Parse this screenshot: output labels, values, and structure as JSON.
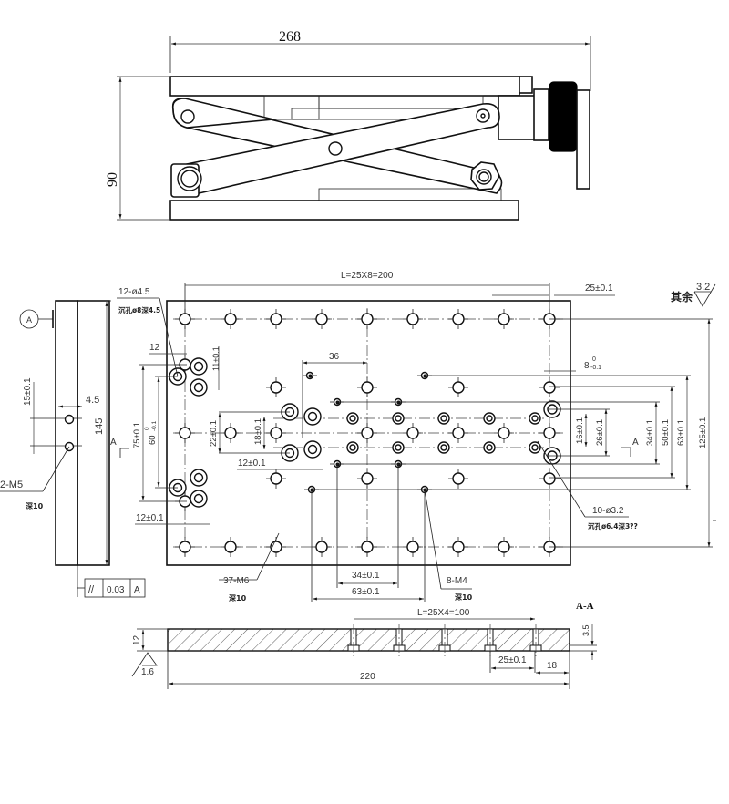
{
  "drawing": {
    "title": "Scissor lift table — technical drawing",
    "side_view": {
      "width_label": "268",
      "height_label": "90"
    },
    "top_view": {
      "pitch_x_label": "L=25X8=200",
      "edge_pitch_label": "25±0.1",
      "surface_finish_prefix": "其余",
      "surface_finish_value": "3.2",
      "counterbore_12_label": "12-ø4.5",
      "counterbore_12_note": "沉孔ø8深4.5",
      "dim_12": "12",
      "dim_11": "11±0.1",
      "dim_36": "36",
      "dim_8_base": "8",
      "dim_8_upper": "0",
      "dim_8_lower": "-0.1",
      "dim_75": "75±0.1",
      "dim_60_base": "60",
      "dim_60_upper": "0",
      "dim_60_lower": "-0.1",
      "dim_22": "22±0.1",
      "dim_18": "18±0.1",
      "dim_12_inner": "12±0.1",
      "dim_12_lower": "12±0.1",
      "dim_16": "16±0.1",
      "dim_26": "26±0.1",
      "dim_34_v": "34±0.1",
      "dim_50": "50±0.1",
      "dim_63_v": "63±0.1",
      "dim_125": "125±0.1",
      "section_mark": "A",
      "holes_10_label": "10-ø3.2",
      "holes_10_note": "沉孔ø6.4深3??",
      "m6_label": "37-M6",
      "m6_note": "深10",
      "m4_label": "8-M4",
      "m4_note": "深10",
      "dim_34_h": "34±0.1",
      "dim_63_h": "63±0.1"
    },
    "end_view": {
      "datum": "A",
      "dim_15": "15±0.1",
      "dim_4_5": "4.5",
      "dim_145": "145",
      "m5_label": "2-M5",
      "m5_note": "深10",
      "tolerance_symbol": "//",
      "tolerance_value": "0.03",
      "tolerance_datum": "A"
    },
    "section_view": {
      "title": "A-A",
      "pitch_label": "L=25X4=100",
      "thickness_label": "12",
      "finish_value": "1.6",
      "length_label": "220",
      "pitch_dim": "25±0.1",
      "edge_dim": "18",
      "depth_label": "3.5"
    }
  }
}
